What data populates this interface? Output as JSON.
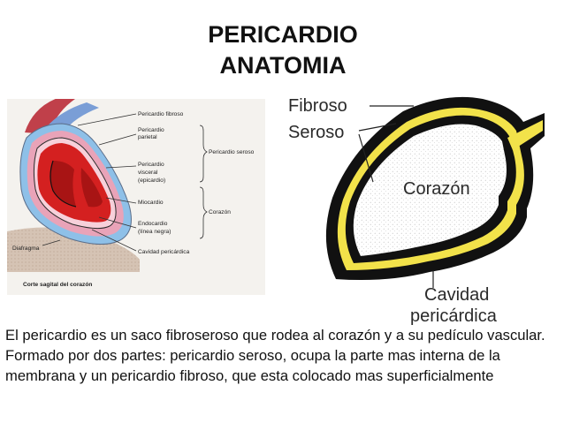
{
  "slide": {
    "title_line1": "PERICARDIO",
    "title_line2": "ANATOMIA",
    "body": "El pericardio es un saco fibroseroso que rodea al corazón y a su pedículo vascular. Formado por dos partes: pericardio seroso, ocupa la parte mas interna de la membrana y un pericardio fibroso, que esta colocado mas superficialmente"
  },
  "left_figure": {
    "labels": {
      "pericardio_fibroso": "Pericardio fibroso",
      "pericardio_parietal_1": "Pericardio",
      "pericardio_parietal_2": "parietal",
      "pericardio_seroso": "Pericardio seroso",
      "pericardio_visceral_1": "Pericardio",
      "pericardio_visceral_2": "visceral",
      "pericardio_visceral_3": "(epicardio)",
      "miocardio": "Miocardio",
      "endocardio_1": "Endocardio",
      "endocardio_2": "(línea negra)",
      "corazon": "Corazón",
      "diafragma": "Diafragma",
      "cavidad": "Cavidad pericárdica",
      "caption": "Corte sagital del corazón"
    },
    "colors": {
      "myocardium": "#d42020",
      "serous": "#e9a3b8",
      "fibrous": "#8ec0e8",
      "diaphragm": "#d5c3b4"
    }
  },
  "right_figure": {
    "labels": {
      "fibroso": "Fibroso",
      "seroso": "Seroso",
      "corazon": "Corazón",
      "cavidad_1": "Cavidad",
      "cavidad_2": "pericárdica"
    },
    "colors": {
      "outer": "#111111",
      "cavity": "#f2e24a"
    }
  }
}
